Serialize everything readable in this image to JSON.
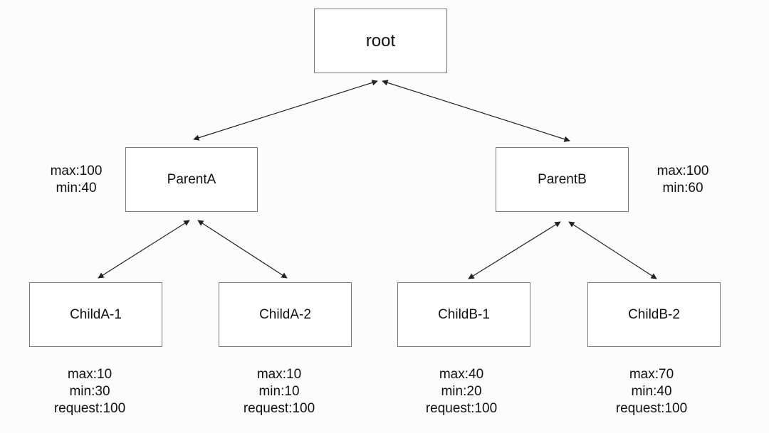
{
  "nodes": {
    "root": {
      "label": "root"
    },
    "parentA": {
      "label": "ParentA",
      "max": "max:100",
      "min": "min:40"
    },
    "parentB": {
      "label": "ParentB",
      "max": "max:100",
      "min": "min:60"
    },
    "childA1": {
      "label": "ChildA-1",
      "max": "max:10",
      "min": "min:30",
      "request": "request:100"
    },
    "childA2": {
      "label": "ChildA-2",
      "max": "max:10",
      "min": "min:10",
      "request": "request:100"
    },
    "childB1": {
      "label": "ChildB-1",
      "max": "max:40",
      "min": "min:20",
      "request": "request:100"
    },
    "childB2": {
      "label": "ChildB-2",
      "max": "max:70",
      "min": "min:40",
      "request": "request:100"
    }
  },
  "colors": {
    "box_border": "#7a7a7a",
    "edge": "#222222",
    "text": "#111111"
  }
}
